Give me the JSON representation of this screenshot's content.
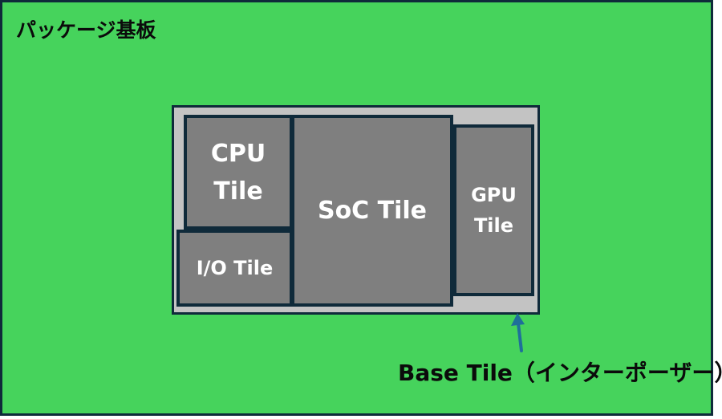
{
  "title": "パッケージ基板",
  "tiles": {
    "cpu": [
      "CPU",
      "Tile"
    ],
    "io": "I/O Tile",
    "soc": "SoC Tile",
    "gpu": [
      "GPU",
      "Tile"
    ]
  },
  "base_label": "Base Tile（インターポーザー）",
  "colors": {
    "substrate": "#46d35c",
    "interposer": "#c3c3c3",
    "tile": "#7f7f7f",
    "border": "#0f2a3a",
    "arrow": "#1f6f9a"
  }
}
